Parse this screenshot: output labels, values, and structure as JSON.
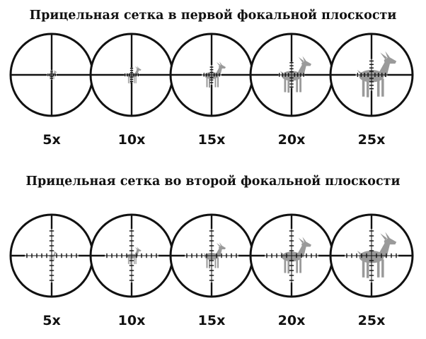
{
  "sections": [
    {
      "title": "Прицельная сетка в первой фокальной плоскости",
      "magnifications": [
        "5x",
        "10x",
        "15x",
        "20x",
        "25x"
      ],
      "reticle_scales": [
        true,
        true,
        true,
        true,
        true
      ]
    },
    {
      "title": "Прицельная сетка во второй фокальной плоскости",
      "magnifications": [
        "5x",
        "10x",
        "15x",
        "20x",
        "25x"
      ],
      "reticle_scales": [
        false,
        false,
        false,
        false,
        false
      ]
    }
  ],
  "deer_scale": [
    0.18,
    0.34,
    0.5,
    0.7,
    0.88
  ],
  "colors": {
    "ink": "#111111",
    "deer": "#9a9a9a",
    "background": "#ffffff"
  },
  "icons": {
    "scope": "scope-circle-icon",
    "deer": "deer-silhouette-icon",
    "reticle": "crosshair-icon"
  }
}
